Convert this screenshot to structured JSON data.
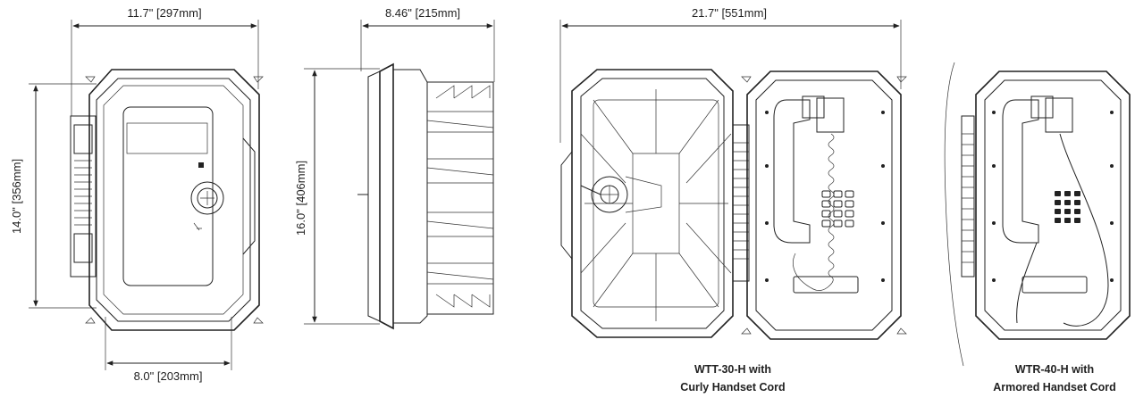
{
  "dimensions": {
    "front_width": "11.7\" [297mm]",
    "front_height": "14.0\" [356mm]",
    "front_inner_width": "8.0\" [203mm]",
    "side_depth": "8.46\" [215mm]",
    "side_height": "16.0\" [406mm]",
    "open_width": "21.7\" [551mm]"
  },
  "captions": {
    "wtt_model": "WTT-30-H with",
    "wtt_desc": "Curly Handset Cord",
    "wtr_model": "WTR-40-H with",
    "wtr_desc": "Armored Handset Cord"
  }
}
